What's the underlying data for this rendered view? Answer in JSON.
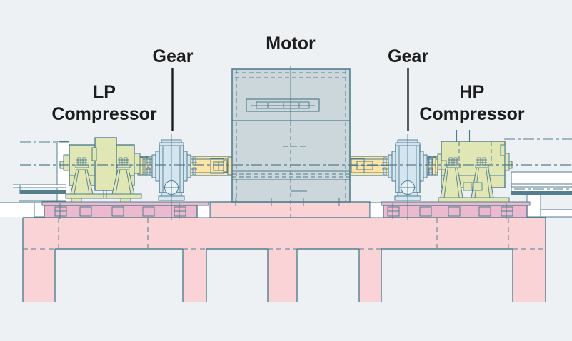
{
  "diagram": {
    "type": "equipment-train-elevation",
    "train_order": [
      "LP Compressor",
      "Gear",
      "Motor",
      "Gear",
      "HP Compressor"
    ],
    "labels": {
      "lp": {
        "line1": "LP",
        "line2": "Compressor"
      },
      "gear_left": "Gear",
      "motor": "Motor",
      "gear_right": "Gear",
      "hp": {
        "line1": "HP",
        "line2": "Compressor"
      }
    }
  },
  "colors": {
    "background": "#edf1f4",
    "line": "#527e8e",
    "label_text": "#1d1d1d",
    "compressor_fill": "#e1e6b5",
    "gear_fill": "#d4e5f0",
    "gear_light": "#e9f2f8",
    "shaft_fill": "#fce4a7",
    "motor_fill": "#ccd7dc",
    "baseplate_fill": "#ecbacf",
    "foundation_fill": "#f9d3d6",
    "white": "#ffffff"
  }
}
